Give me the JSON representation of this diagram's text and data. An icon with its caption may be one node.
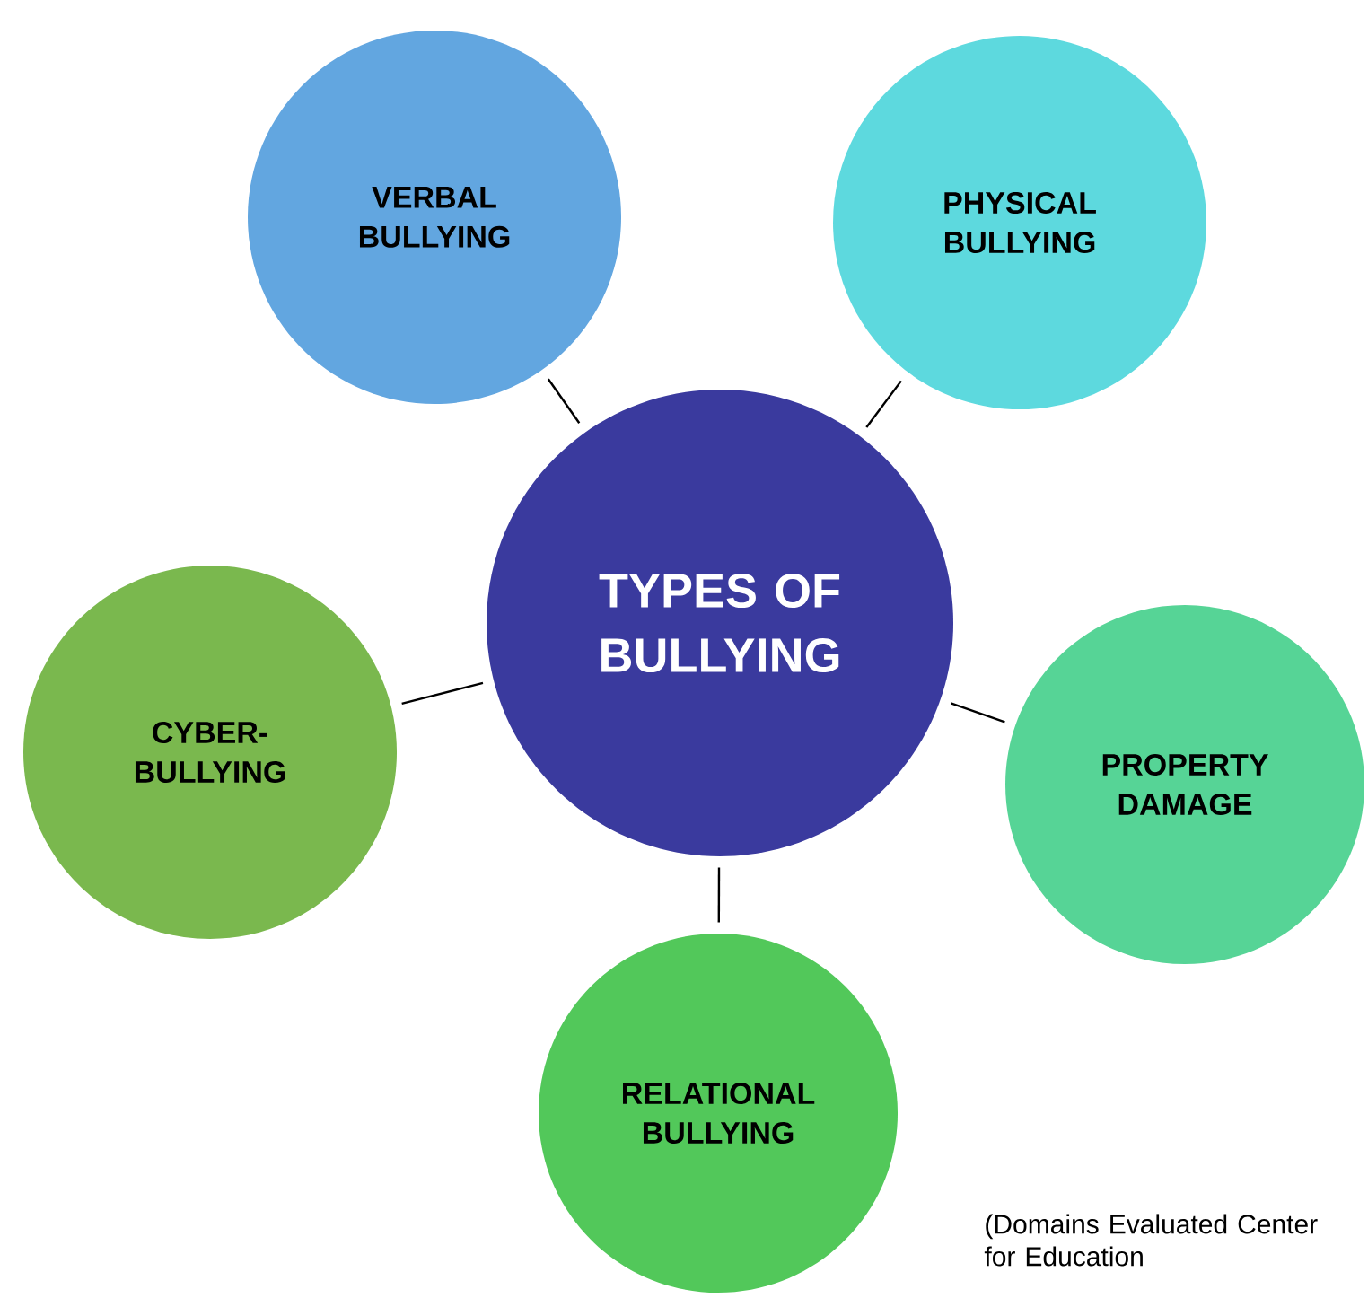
{
  "diagram": {
    "nodes": [
      {
        "text": [
          "TYPES OF BULLYING"
        ]
      },
      {
        "text": [
          "VERBAL BULLYING"
        ]
      },
      {
        "text": [
          "PHYSICAL BULLYING"
        ]
      },
      {
        "text": [
          "CYBER- BULLYING"
        ]
      },
      {
        "text": [
          "PROPERTY DAMAGE"
        ]
      },
      {
        "text": [
          "RELATIONAL BULLYING"
        ]
      }
    ],
    "edges": [
      {
        "from": 0,
        "to": 1,
        "arrow": "none"
      },
      {
        "from": 0,
        "to": 2,
        "arrow": "none"
      },
      {
        "from": 0,
        "to": 3,
        "arrow": "none"
      },
      {
        "from": 0,
        "to": 4,
        "arrow": "none"
      },
      {
        "from": 0,
        "to": 5,
        "arrow": "none"
      }
    ],
    "labels": [
      "(Domains Evaluated Center for Education"
    ]
  }
}
